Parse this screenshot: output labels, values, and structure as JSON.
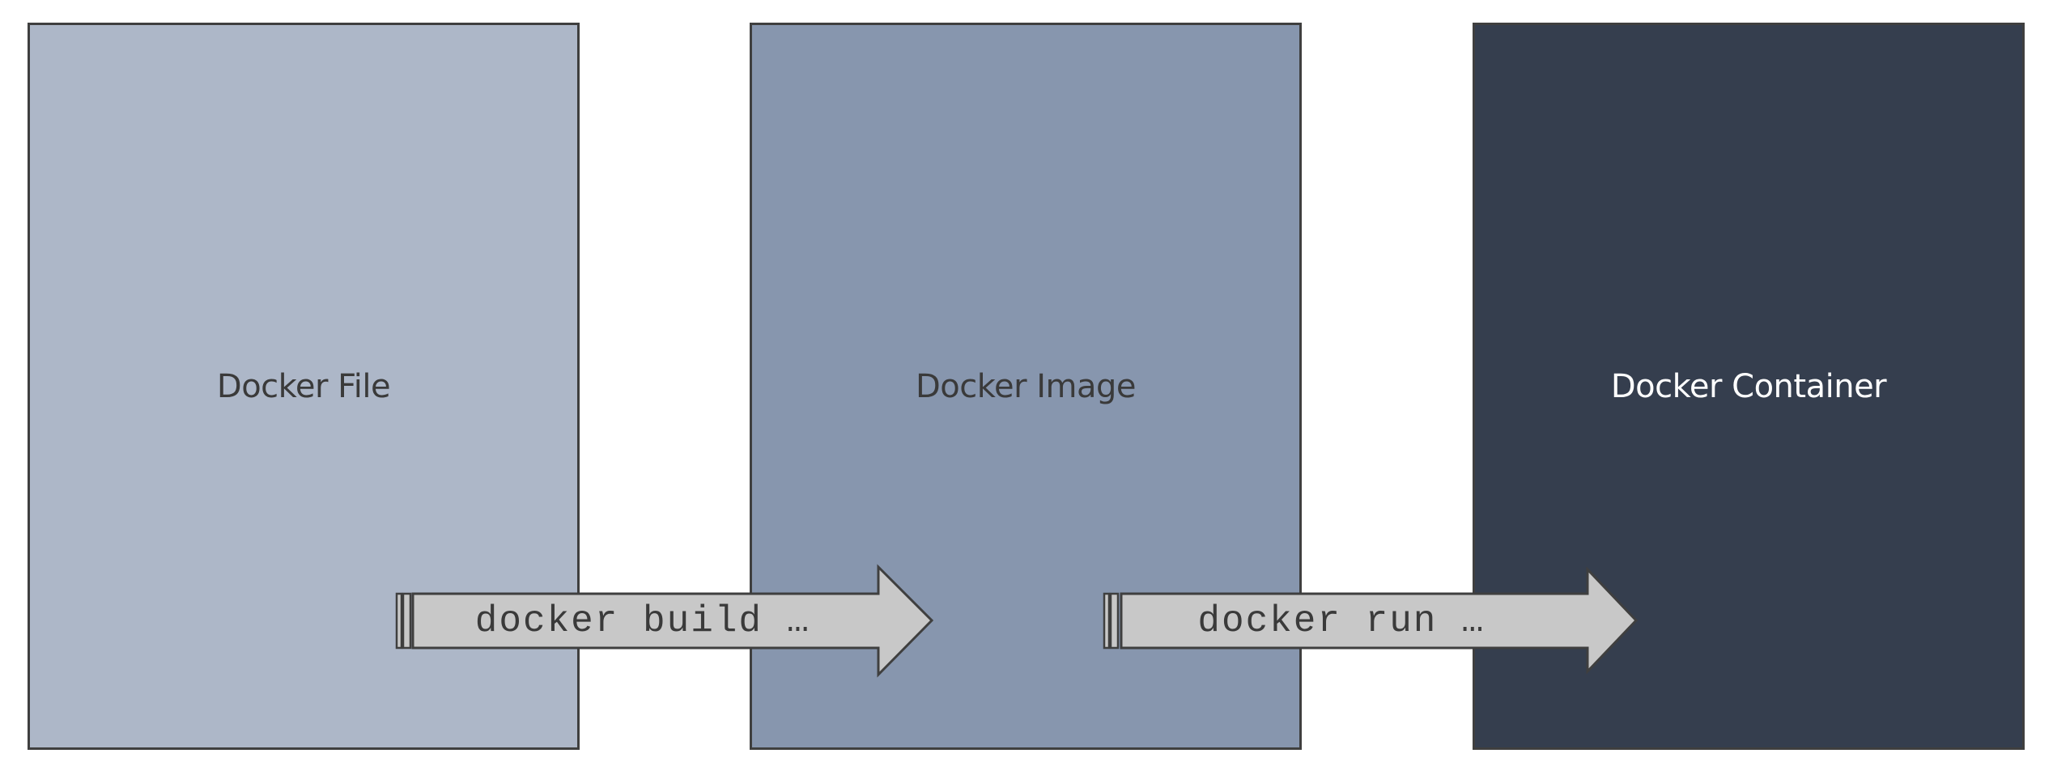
{
  "boxes": [
    {
      "label": "Docker File",
      "fill": "#adb7c8",
      "text_color": "#3a3a3a"
    },
    {
      "label": "Docker Image",
      "fill": "#8796ae",
      "text_color": "#3a3a3a"
    },
    {
      "label": "Docker Container",
      "fill": "#353e4e",
      "text_color": "#ffffff"
    }
  ],
  "arrows": [
    {
      "label": "docker build …",
      "fill": "#c8c8c8",
      "stroke": "#3f3f3f"
    },
    {
      "label": "docker run …",
      "fill": "#c8c8c8",
      "stroke": "#3f3f3f"
    }
  ]
}
